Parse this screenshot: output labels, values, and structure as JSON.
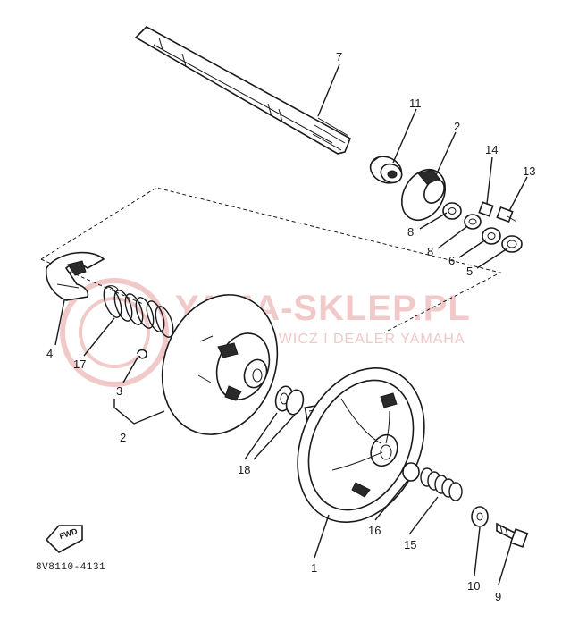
{
  "watermark": {
    "title": "YAMA-SKLEP.PL",
    "subtitle": "WOJCIECHOWICZ I DEALER YAMAHA"
  },
  "diagram_code": "8V8110-4131",
  "fwd_label": "FWD",
  "callouts": [
    {
      "id": "7",
      "label": "7"
    },
    {
      "id": "11",
      "label": "11"
    },
    {
      "id": "2-top",
      "label": "2"
    },
    {
      "id": "14",
      "label": "14"
    },
    {
      "id": "13",
      "label": "13"
    },
    {
      "id": "8a",
      "label": "8"
    },
    {
      "id": "8b",
      "label": "8"
    },
    {
      "id": "6",
      "label": "6"
    },
    {
      "id": "5",
      "label": "5"
    },
    {
      "id": "4",
      "label": "4"
    },
    {
      "id": "17",
      "label": "17"
    },
    {
      "id": "3",
      "label": "3"
    },
    {
      "id": "2-left",
      "label": "2"
    },
    {
      "id": "18",
      "label": "18"
    },
    {
      "id": "16",
      "label": "16"
    },
    {
      "id": "15",
      "label": "15"
    },
    {
      "id": "1",
      "label": "1"
    },
    {
      "id": "10",
      "label": "10"
    },
    {
      "id": "9",
      "label": "9"
    }
  ]
}
